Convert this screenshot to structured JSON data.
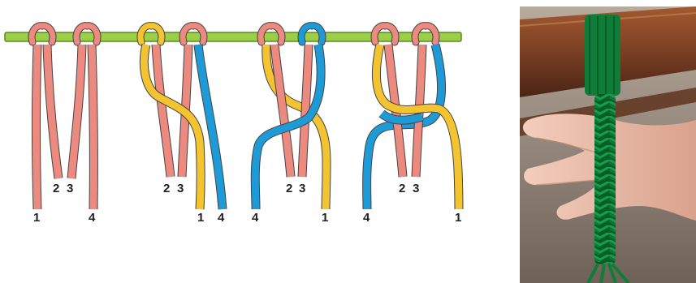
{
  "diagram": {
    "stages": [
      {
        "labels": [
          "1",
          "2",
          "3",
          "4"
        ]
      },
      {
        "labels": [
          "2",
          "3",
          "1",
          "4"
        ]
      },
      {
        "labels": [
          "4",
          "2",
          "3",
          "1"
        ]
      },
      {
        "labels": [
          "4",
          "2",
          "3",
          "1"
        ]
      }
    ],
    "colors": {
      "bar": "#9bcf45",
      "bar_outline": "#5e8a22",
      "pink_cord": "#ec8a80",
      "yellow_cord": "#f4c430",
      "blue_cord": "#1e9ad6",
      "cord_outline": "#444444"
    }
  },
  "photo": {
    "subject": "green paracord braid on a wooden chair rail, held in a hand",
    "colors": {
      "cord": "#0f7d38",
      "wood": "#7a3f22",
      "skin": "#e9b8a4",
      "background": "#8a7a6c"
    }
  }
}
